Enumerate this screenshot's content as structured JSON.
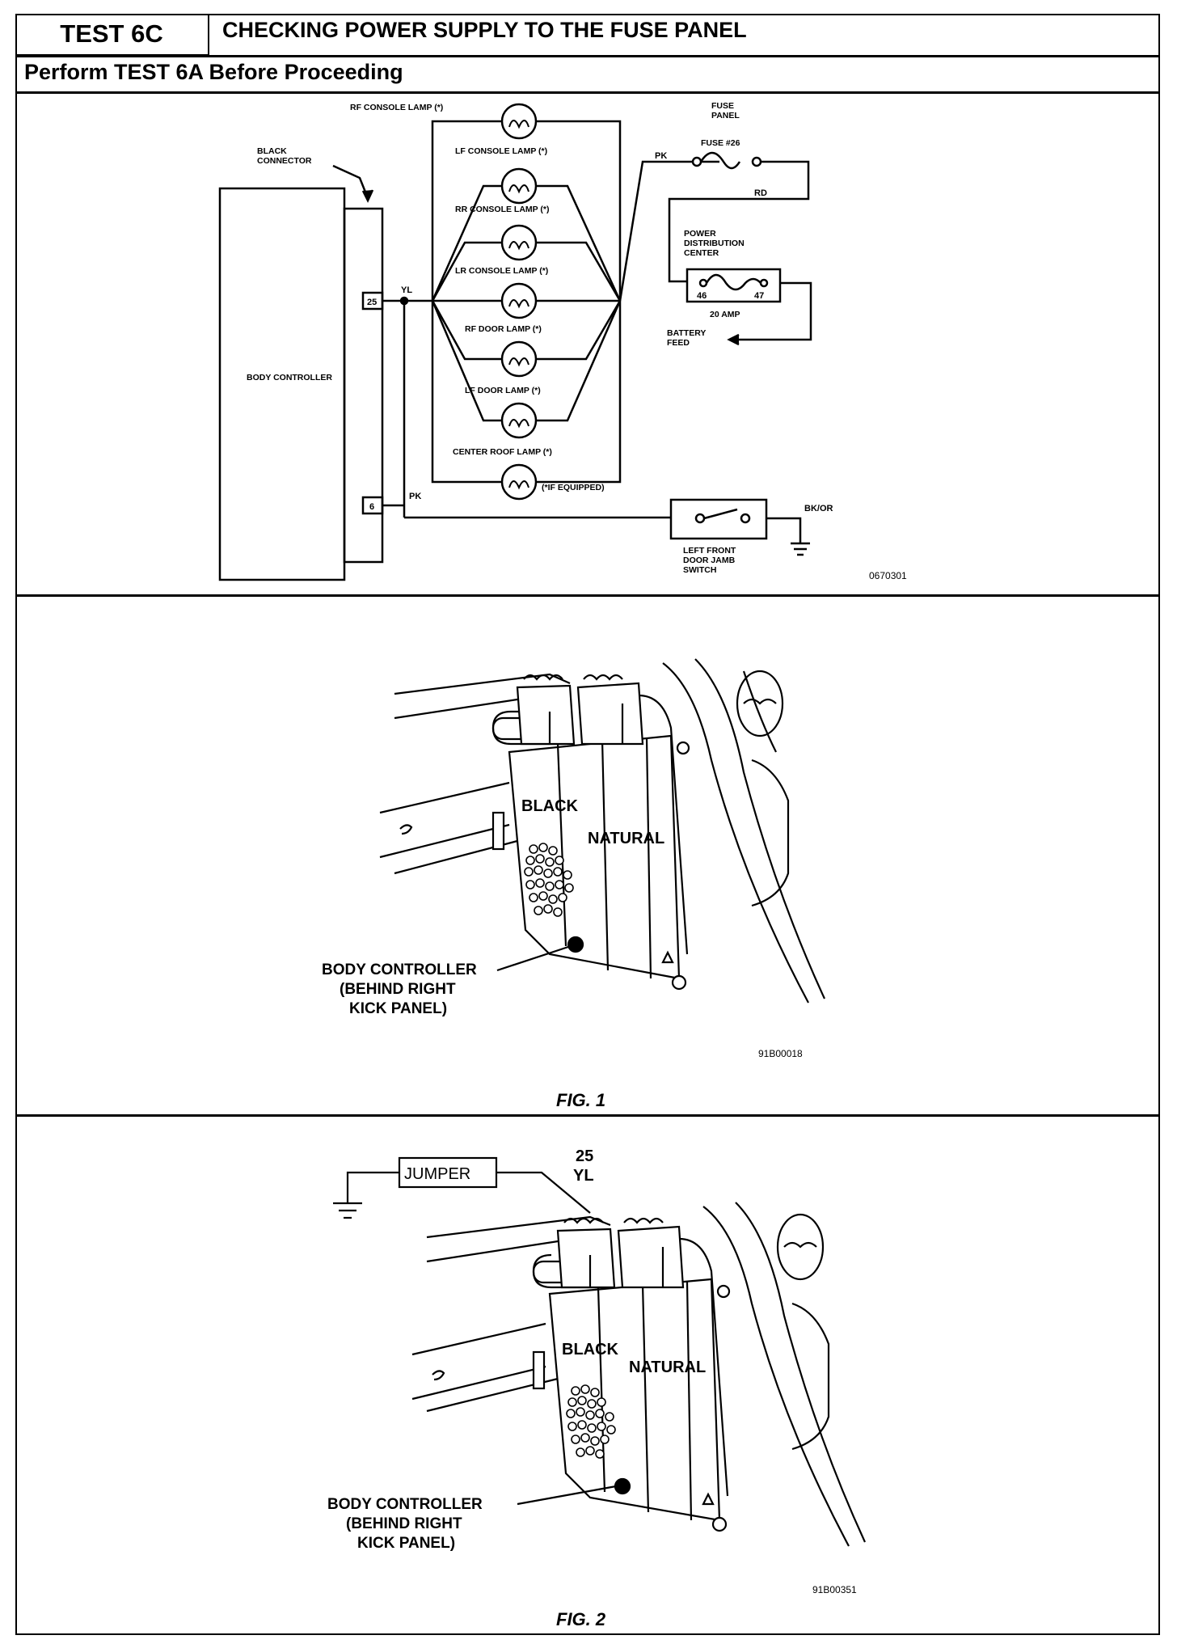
{
  "header": {
    "test_id": "TEST 6C",
    "title": "CHECKING POWER SUPPLY TO THE FUSE PANEL",
    "prerequisite": "Perform TEST 6A Before Proceeding"
  },
  "schematic": {
    "black_connector": "BLACK CONNECTOR",
    "body_controller": "BODY CONTROLLER",
    "pin_25": "25",
    "pin_6": "6",
    "wire_yl": "YL",
    "wire_pk_left": "PK",
    "wire_pk_fuse": "PK",
    "wire_rd": "RD",
    "wire_bkor": "BK/OR",
    "lamps": [
      "RF CONSOLE LAMP (*)",
      "LF CONSOLE LAMP (*)",
      "RR CONSOLE LAMP (*)",
      "LR CONSOLE LAMP (*)",
      "RF DOOR LAMP (*)",
      "LF DOOR LAMP (*)",
      "CENTER ROOF LAMP (*)"
    ],
    "equipped_note": "(*IF EQUIPPED)",
    "fuse_panel": "FUSE PANEL",
    "fuse_label": "FUSE #26",
    "pdc": "POWER DISTRIBUTION CENTER",
    "pdc_pin_a": "46",
    "pdc_pin_b": "47",
    "amp": "20 AMP",
    "battery_feed": "BATTERY FEED",
    "switch": "LEFT FRONT DOOR JAMB SWITCH",
    "code": "0670301"
  },
  "fig1": {
    "black": "BLACK",
    "natural": "NATURAL",
    "callout": [
      "BODY CONTROLLER",
      "(BEHIND RIGHT",
      "KICK PANEL)"
    ],
    "code": "91B00018",
    "caption": "FIG. 1"
  },
  "fig2": {
    "jumper": "JUMPER",
    "pin": "25",
    "wire": "YL",
    "black": "BLACK",
    "natural": "NATURAL",
    "callout": [
      "BODY CONTROLLER",
      "(BEHIND RIGHT",
      "KICK PANEL)"
    ],
    "code": "91B00351",
    "caption": "FIG. 2"
  }
}
